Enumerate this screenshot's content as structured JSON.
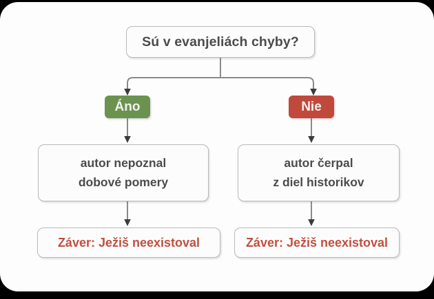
{
  "diagram": {
    "title_node": {
      "label": "Sú v evanjeliách chyby?"
    },
    "branches": [
      {
        "pill": {
          "label": "Áno",
          "color": "#6b934f"
        },
        "reason": {
          "line1": "autor nepoznal",
          "line2": "dobové pomery"
        },
        "conclusion": {
          "label": "Záver: Ježiš neexistoval",
          "color": "#c1503f"
        }
      },
      {
        "pill": {
          "label": "Nie",
          "color": "#c0493c"
        },
        "reason": {
          "line1": "autor čerpal",
          "line2": "z diel historikov"
        },
        "conclusion": {
          "label": "Záver: Ježiš neexistoval",
          "color": "#c1503f"
        }
      }
    ],
    "colors": {
      "background": "#000000",
      "card": "#fdfdfd",
      "node_border": "#b9b9b9",
      "node_text": "#4b4b4b",
      "connector": "#8a8a8a",
      "yes_green": "#6b934f",
      "no_red": "#c0493c",
      "conclusion_red": "#c1503f"
    }
  }
}
